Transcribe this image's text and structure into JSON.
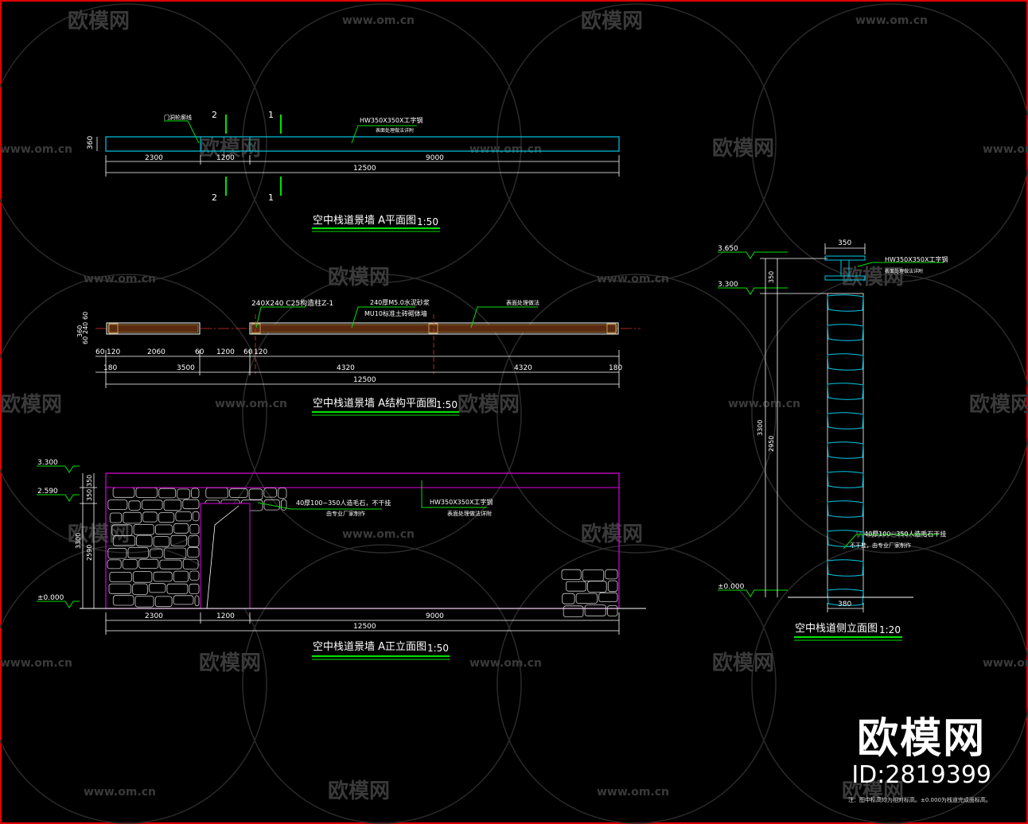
{
  "colors": {
    "background": "#000000",
    "frame": "#e00000",
    "wall": "#00c8e6",
    "magenta": "#e000e0",
    "green": "#00e000",
    "dim": "#ffffff",
    "axis": "#e03030",
    "hatch": "#d6b060",
    "watermark": "#3a3a3a"
  },
  "plan": {
    "title": "空中栈道景墙 A平面图",
    "scale": "1:50",
    "depth": "360",
    "segments": [
      "2300",
      "1200",
      "9000"
    ],
    "total": "12500",
    "section_marks": [
      "2",
      "1",
      "2",
      "1"
    ],
    "leaders": [
      "门洞轮廓线",
      "HW350X350X工字钢",
      "表面处理做法详附"
    ]
  },
  "structural": {
    "title": "空中栈道景墙 A结构平面图",
    "scale": "1:50",
    "side_dims": [
      "360",
      "60",
      "240",
      "60"
    ],
    "row1": [
      "60",
      "120",
      "2060",
      "60",
      "1200",
      "60",
      "120"
    ],
    "row2": [
      "180",
      "3500",
      "4320",
      "4320",
      "180"
    ],
    "total": "12500",
    "leaders": [
      "240X240 C25构造柱Z-1",
      "240厚M5.0水泥砂浆",
      "MU10标准土砖砌体墙",
      "表面处理做法"
    ]
  },
  "elevation": {
    "title": "空中栈道景墙 A正立面图",
    "scale": "1:50",
    "levels": [
      "3.300",
      "2.590",
      "±0.000"
    ],
    "side_dims": [
      "350",
      "350",
      "3300",
      "2590"
    ],
    "segments": [
      "2300",
      "1200",
      "9000"
    ],
    "total": "12500",
    "leaders": [
      "40厚100~350人造毛石，不干挂",
      "由专业厂家制作",
      "HW350X350X工字钢",
      "表面处理做法详附"
    ]
  },
  "side": {
    "title": "空中栈道侧立面图",
    "scale": "1:20",
    "levels": [
      "3.650",
      "3.300",
      "±0.000"
    ],
    "top_width": "350",
    "bottom_width": "380",
    "side_dims": [
      "350",
      "3300",
      "2950"
    ],
    "leaders": [
      "HW350X350X工字钢",
      "表面处理做法详附",
      "40厚100~350人造毛石干挂",
      "不干挂，由专业厂家制作"
    ]
  },
  "watermark": {
    "logo": "欧模网",
    "url": "www.om.cn"
  },
  "brand": {
    "logo": "欧模网",
    "id": "ID:2819399"
  },
  "note": "注：图中标高均为相对标高。±0.000为栈道完成面标高。"
}
